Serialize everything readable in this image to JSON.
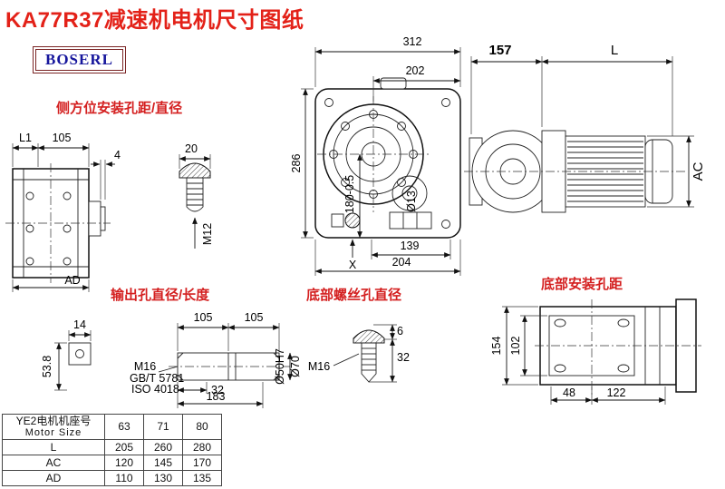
{
  "page": {
    "title": "KA77R37减速机电机尺寸图纸",
    "logo": "BOSERL"
  },
  "labels": {
    "side_mount": "侧方位安装孔距/直径",
    "output_hole": "输出孔直径/长度",
    "bottom_screw": "底部螺丝孔直径",
    "bottom_mount": "底部安装孔距"
  },
  "front_view": {
    "width_total": "312",
    "width_upper": "202",
    "height_total": "286",
    "height_center": "180-0.5",
    "hole_dia": "Ø13",
    "base_width_inner": "139",
    "base_width": "204",
    "x_mark": "X"
  },
  "motor_view": {
    "dim_157": "157",
    "dim_L": "L",
    "dim_AC": "AC"
  },
  "left_view": {
    "dim_L1": "L1",
    "dim_105": "105",
    "dim_4": "4",
    "dim_AD": "AD"
  },
  "side_bolt": {
    "head_dia": "20",
    "thread": "M12"
  },
  "output_shaft": {
    "key_width": "14",
    "key_height": "53.8",
    "len_a": "105",
    "len_b": "105",
    "len_32": "32",
    "len_183": "183",
    "thread": "M16",
    "std_gb": "GB/T 5781",
    "std_iso": "ISO 4018",
    "dia_bore": "Ø50H7",
    "dia_outer": "Ø70"
  },
  "bottom_bolt": {
    "thread": "M16",
    "dim_6": "6",
    "dim_32": "32"
  },
  "bottom_view": {
    "dim_154": "154",
    "dim_102": "102",
    "dim_48": "48",
    "dim_122": "122"
  },
  "table": {
    "header_cn": "YE2电机机座号",
    "header_en": "Motor Size",
    "sizes": [
      "63",
      "71",
      "80"
    ],
    "rows": [
      {
        "label": "L",
        "values": [
          "205",
          "260",
          "280"
        ]
      },
      {
        "label": "AC",
        "values": [
          "120",
          "145",
          "170"
        ]
      },
      {
        "label": "AD",
        "values": [
          "110",
          "130",
          "135"
        ]
      }
    ]
  }
}
